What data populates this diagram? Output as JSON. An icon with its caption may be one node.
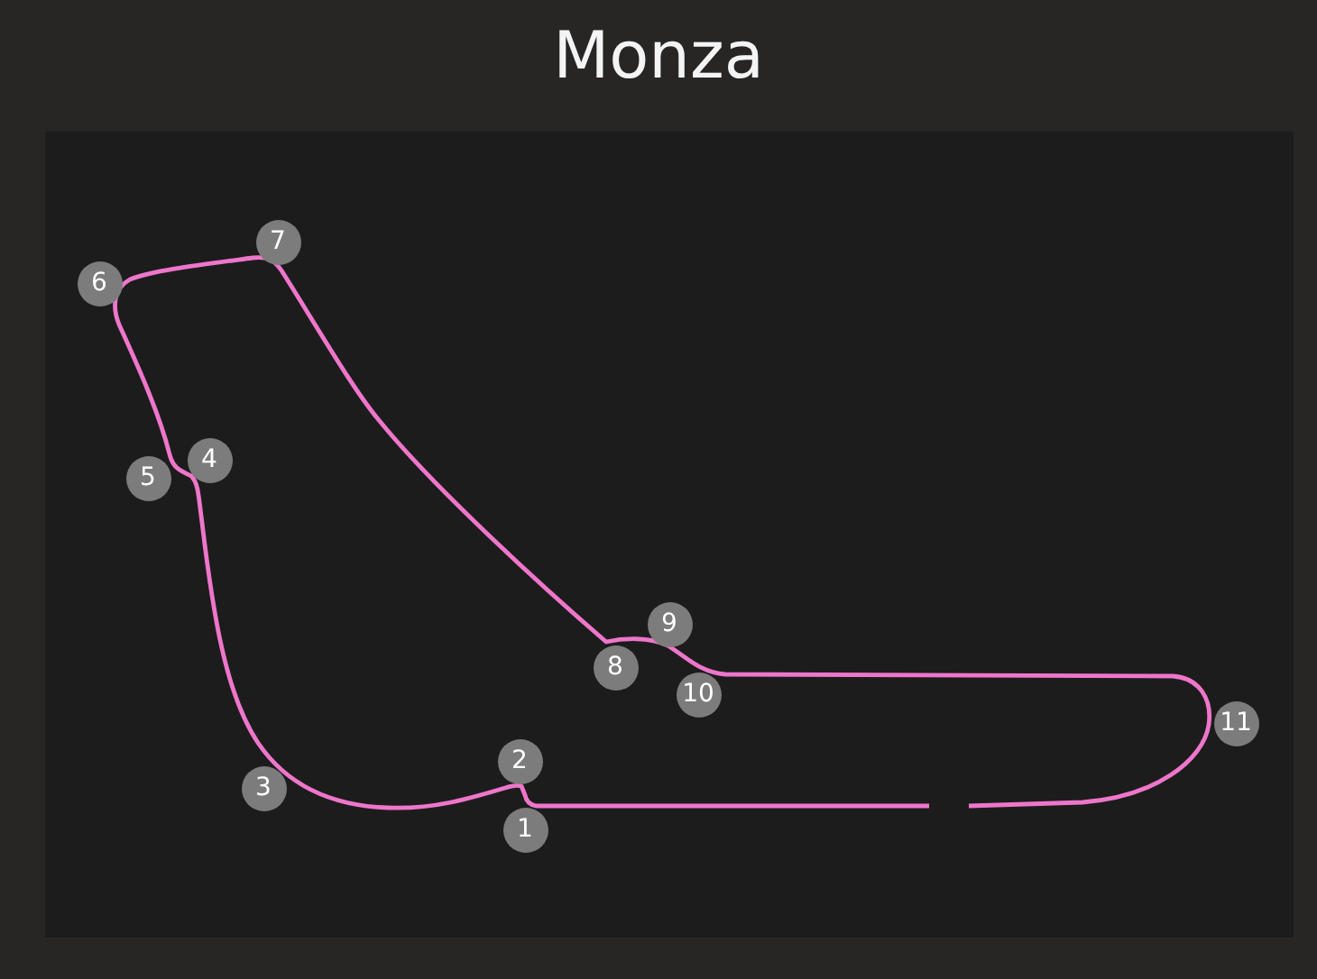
{
  "diagram": {
    "title": "Monza",
    "nodes": [
      {
        "text": [
          "1"
        ]
      },
      {
        "text": [
          "2"
        ]
      },
      {
        "text": [
          "3"
        ]
      },
      {
        "text": [
          "4"
        ]
      },
      {
        "text": [
          "5"
        ]
      },
      {
        "text": [
          "6"
        ]
      },
      {
        "text": [
          "7"
        ]
      },
      {
        "text": [
          "8"
        ]
      },
      {
        "text": [
          "9"
        ]
      },
      {
        "text": [
          "10"
        ]
      },
      {
        "text": [
          "11"
        ]
      }
    ]
  }
}
